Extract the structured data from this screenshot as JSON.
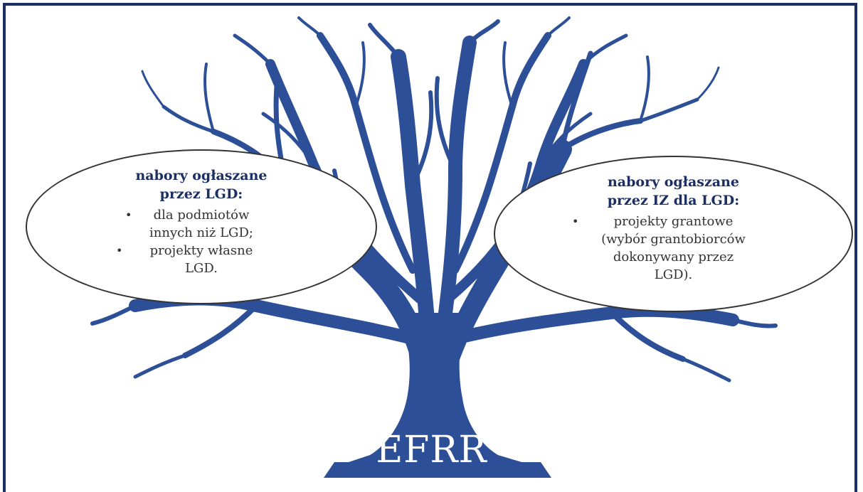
{
  "left_box": {
    "title_lines": [
      "nabory ogłaszane",
      "przez LGD:"
    ],
    "items": [
      {
        "bullet": "•",
        "lines": [
          "dla podmiotów",
          "innych niż LGD;"
        ]
      },
      {
        "bullet": "•",
        "lines": [
          "projekty własne",
          "LGD."
        ]
      }
    ]
  },
  "right_box": {
    "title_lines": [
      "nabory ogłaszane",
      "przez IZ dla LGD:"
    ],
    "items": [
      {
        "bullet": "•",
        "lines": [
          "projekty grantowe",
          "(wybór grantobiorców",
          "dokonywany przez",
          "LGD)."
        ]
      }
    ]
  },
  "trunk_label": "EFRR",
  "colors": {
    "tree": "#2c4f97",
    "border": "#1b2f63",
    "background": "#ffffff"
  }
}
